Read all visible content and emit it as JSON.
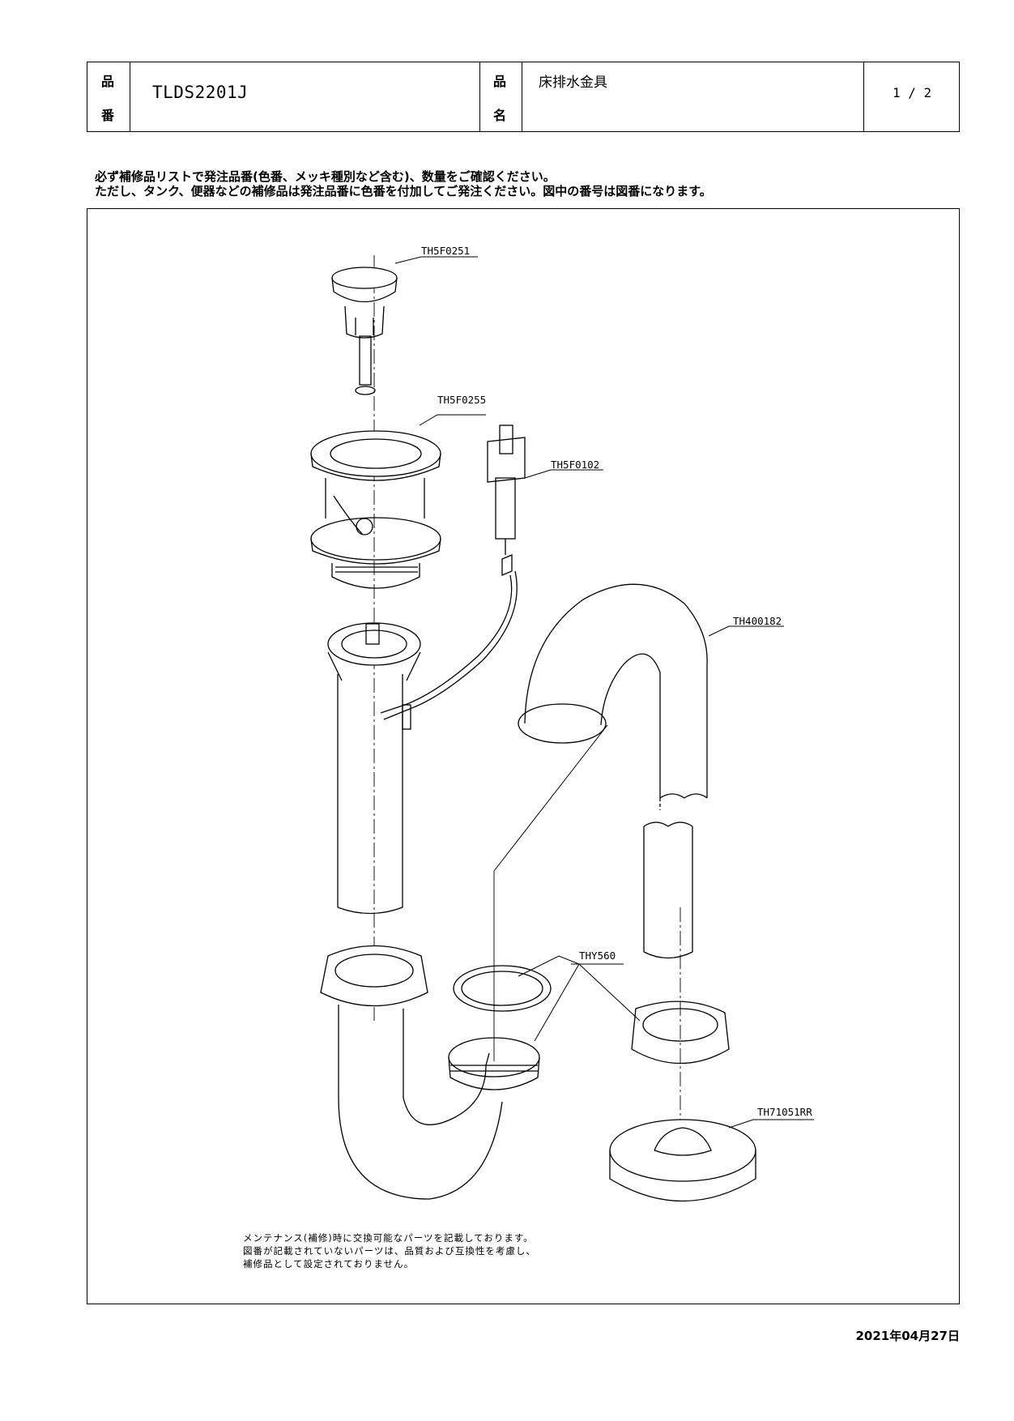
{
  "header": {
    "part_no_label_top": "品",
    "part_no_label_bottom": "番",
    "part_no": "TLDS2201J",
    "name_label_top": "品",
    "name_label_bottom": "名",
    "name": "床排水金具",
    "page": "1 / 2"
  },
  "notes": {
    "line1": "必ず補修品リストで発注品番(色番、メッキ種別など含む)、数量をご確認ください。",
    "line2": "ただし、タンク、便器などの補修品は発注品番に色番を付加してご発注ください。図中の番号は図番になります。"
  },
  "parts": {
    "p1": "TH5F0251",
    "p2": "TH5F0255",
    "p3": "TH5F0102",
    "p4": "TH400182",
    "p5": "THY560",
    "p6": "TH71051RR"
  },
  "footnote": {
    "line1": "メンテナンス(補修)時に交換可能なパーツを記載しております。",
    "line2": "図番が記載されていないパーツは、品質および互換性を考慮し、",
    "line3": "補修品として設定されておりません。"
  },
  "date": "2021年04月27日"
}
